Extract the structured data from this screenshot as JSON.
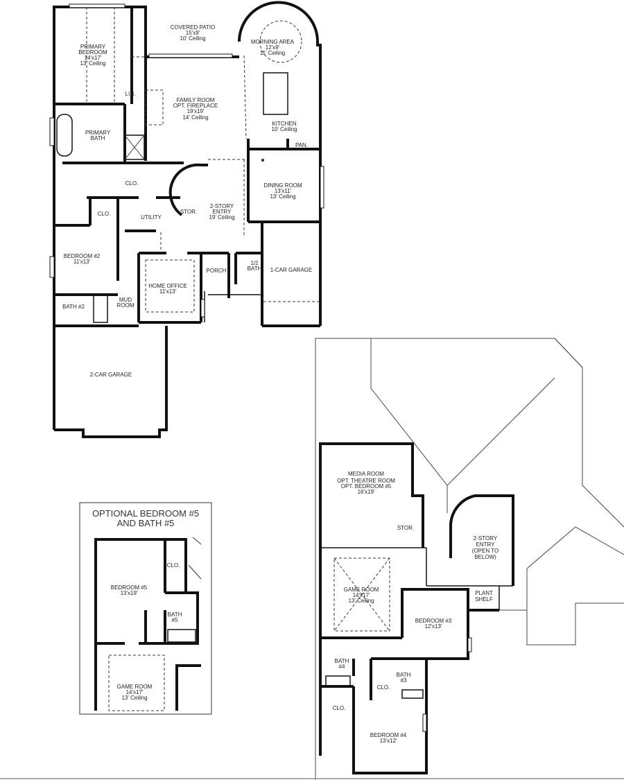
{
  "first_floor": {
    "rooms": [
      {
        "id": "primary-bedroom",
        "lines": [
          "PRIMARY",
          "BEDROOM",
          "14'x17'",
          "13' Ceiling"
        ]
      },
      {
        "id": "covered-patio",
        "lines": [
          "COVERED PATIO",
          "15'x9'",
          "10' Ceiling"
        ]
      },
      {
        "id": "morning-area",
        "lines": [
          "MORNING AREA",
          "12'x9'",
          "11' Ceiling"
        ]
      },
      {
        "id": "family-room",
        "lines": [
          "FAMILY ROOM",
          "OPT. FIREPLACE",
          "19'x19'",
          "14' Ceiling"
        ]
      },
      {
        "id": "kitchen",
        "lines": [
          "KITCHEN",
          "10' Ceiling"
        ]
      },
      {
        "id": "pantry",
        "lines": [
          "PAN."
        ]
      },
      {
        "id": "linen",
        "lines": [
          "LIN."
        ]
      },
      {
        "id": "primary-bath",
        "lines": [
          "PRIMARY",
          "BATH"
        ]
      },
      {
        "id": "closet-primary",
        "lines": [
          "CLO."
        ]
      },
      {
        "id": "closet-bed2",
        "lines": [
          "CLO."
        ]
      },
      {
        "id": "utility",
        "lines": [
          "UTILITY"
        ]
      },
      {
        "id": "storage",
        "lines": [
          "STOR."
        ]
      },
      {
        "id": "entry",
        "lines": [
          "2-STORY",
          "ENTRY",
          "19' Ceiling"
        ]
      },
      {
        "id": "dining-room",
        "lines": [
          "DINING ROOM",
          "13'x11'",
          "13' Ceiling"
        ]
      },
      {
        "id": "bedroom-2",
        "lines": [
          "BEDROOM #2",
          "11'x13'"
        ]
      },
      {
        "id": "home-office",
        "lines": [
          "HOME OFFICE",
          "11'x13'"
        ]
      },
      {
        "id": "porch",
        "lines": [
          "PORCH"
        ]
      },
      {
        "id": "half-bath",
        "lines": [
          "1/2",
          "BATH"
        ]
      },
      {
        "id": "one-car-garage",
        "lines": [
          "1-CAR GARAGE"
        ]
      },
      {
        "id": "bath-2",
        "lines": [
          "BATH #2"
        ]
      },
      {
        "id": "mud-room",
        "lines": [
          "MUD",
          "ROOM"
        ]
      },
      {
        "id": "two-car-garage",
        "lines": [
          "2-CAR GARAGE"
        ]
      }
    ]
  },
  "optional": {
    "title_lines": [
      "OPTIONAL BEDROOM #5",
      "AND BATH #5"
    ],
    "rooms": [
      {
        "id": "opt-closet",
        "lines": [
          "CLO."
        ]
      },
      {
        "id": "opt-bedroom-5",
        "lines": [
          "BEDROOM #5",
          "13'x19'"
        ]
      },
      {
        "id": "opt-bath-5",
        "lines": [
          "BATH",
          "#5"
        ]
      },
      {
        "id": "opt-game-room",
        "lines": [
          "GAME ROOM",
          "14'x17'",
          "13' Ceiling"
        ]
      }
    ]
  },
  "second_floor": {
    "rooms": [
      {
        "id": "media-room",
        "lines": [
          "MEDIA ROOM",
          "OPT. THEATRE ROOM",
          "OPT. BEDROOM #5",
          "16'x19'"
        ]
      },
      {
        "id": "storage-2",
        "lines": [
          "STOR."
        ]
      },
      {
        "id": "entry-open",
        "lines": [
          "2-STORY",
          "ENTRY",
          "(OPEN TO",
          "BELOW)"
        ]
      },
      {
        "id": "game-room",
        "lines": [
          "GAME ROOM",
          "14'x17'",
          "13' Ceiling"
        ]
      },
      {
        "id": "plant-shelf",
        "lines": [
          "PLANT",
          "SHELF"
        ]
      },
      {
        "id": "bedroom-3",
        "lines": [
          "BEDROOM #3",
          "12'x13'"
        ]
      },
      {
        "id": "bath-4",
        "lines": [
          "BATH",
          "#4"
        ]
      },
      {
        "id": "bath-3",
        "lines": [
          "BATH",
          "#3"
        ]
      },
      {
        "id": "closet-3",
        "lines": [
          "CLO."
        ]
      },
      {
        "id": "closet-4",
        "lines": [
          "CLO."
        ]
      },
      {
        "id": "bedroom-4",
        "lines": [
          "BEDROOM #4",
          "13'x12'"
        ]
      }
    ]
  }
}
